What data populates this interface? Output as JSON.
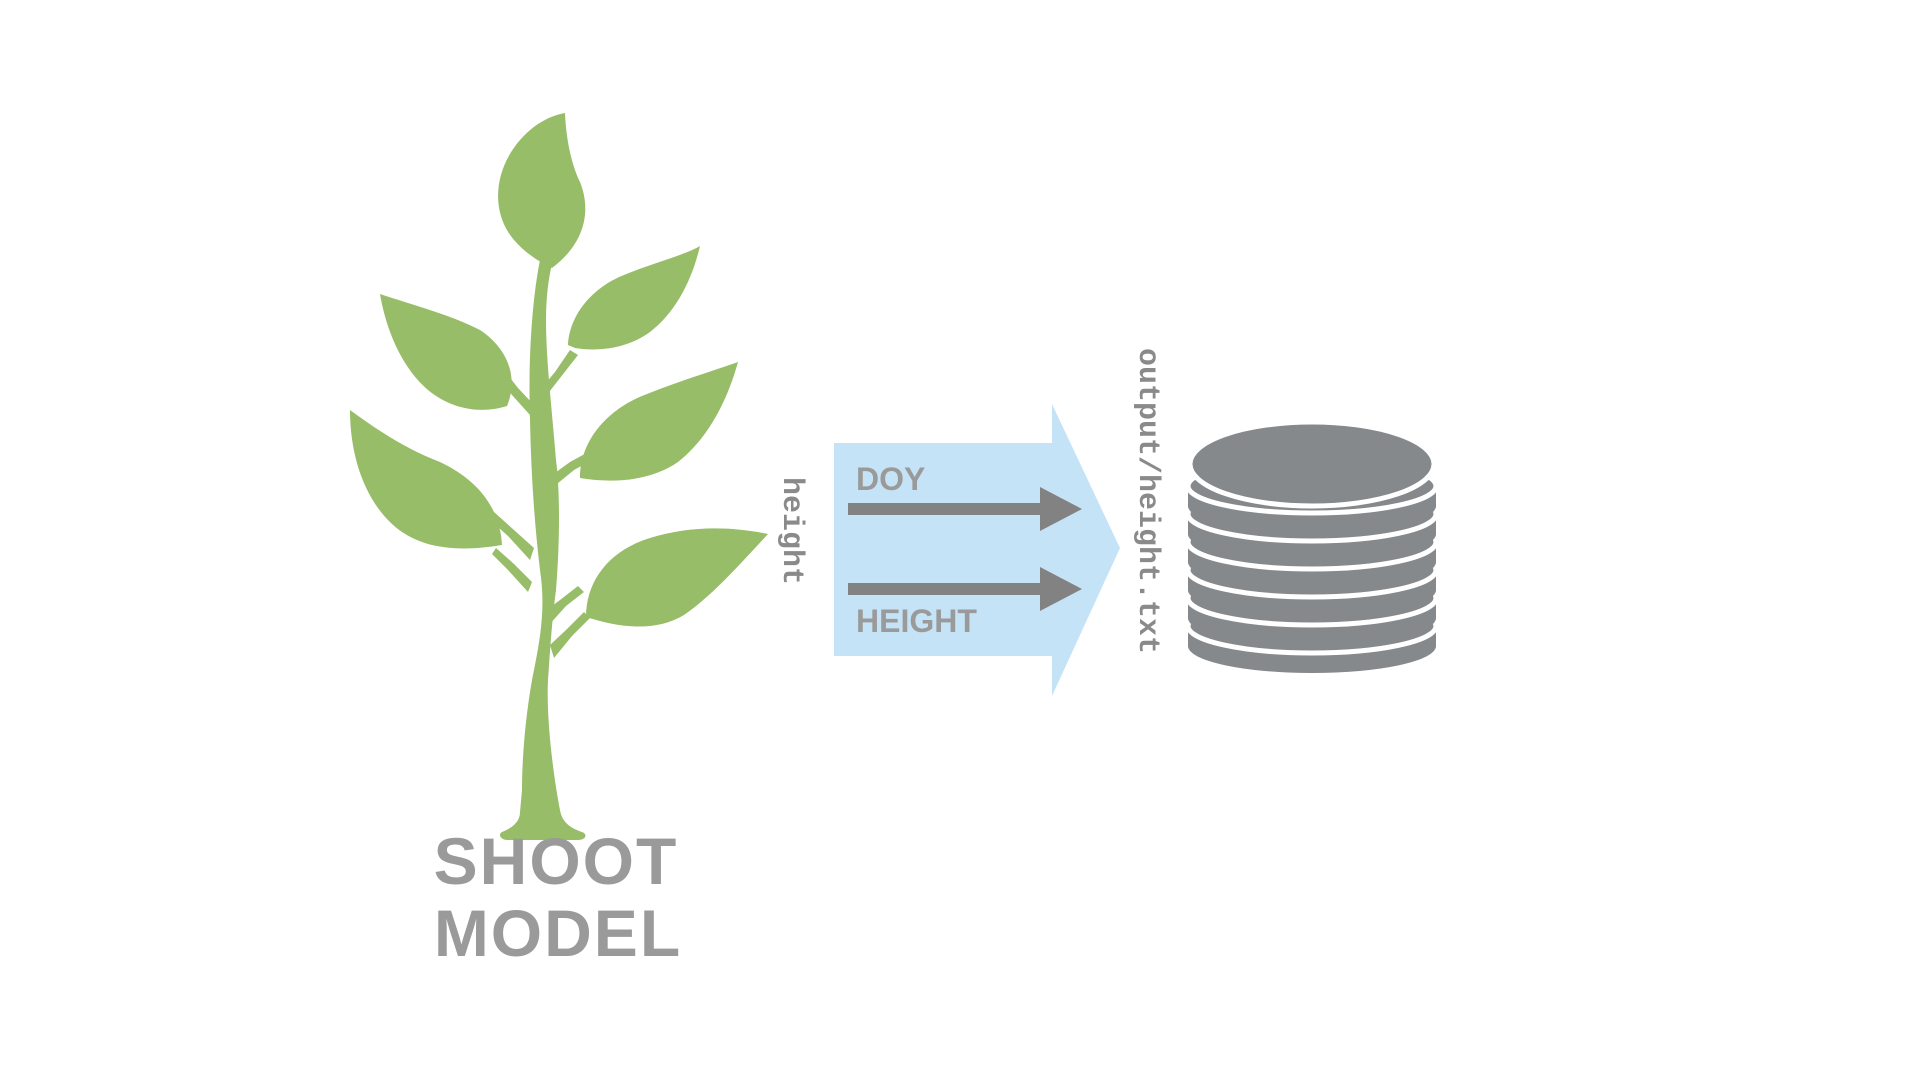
{
  "colors": {
    "plant": "#97bd69",
    "arrow_bg": "#c5e3f6",
    "arrow_lines": "#828282",
    "database": "#86898b",
    "text_gray": "#9a9a9a",
    "mono_gray": "#8a8a8a"
  },
  "icons": {
    "plant": "plant-icon",
    "database": "database-icon"
  },
  "model": {
    "title_line1": "SHOOT",
    "title_line2": "MODEL"
  },
  "flow": {
    "variable": "height",
    "field_top": "DOY",
    "field_bottom": "HEIGHT"
  },
  "output": {
    "file_path": "output/height.txt"
  }
}
